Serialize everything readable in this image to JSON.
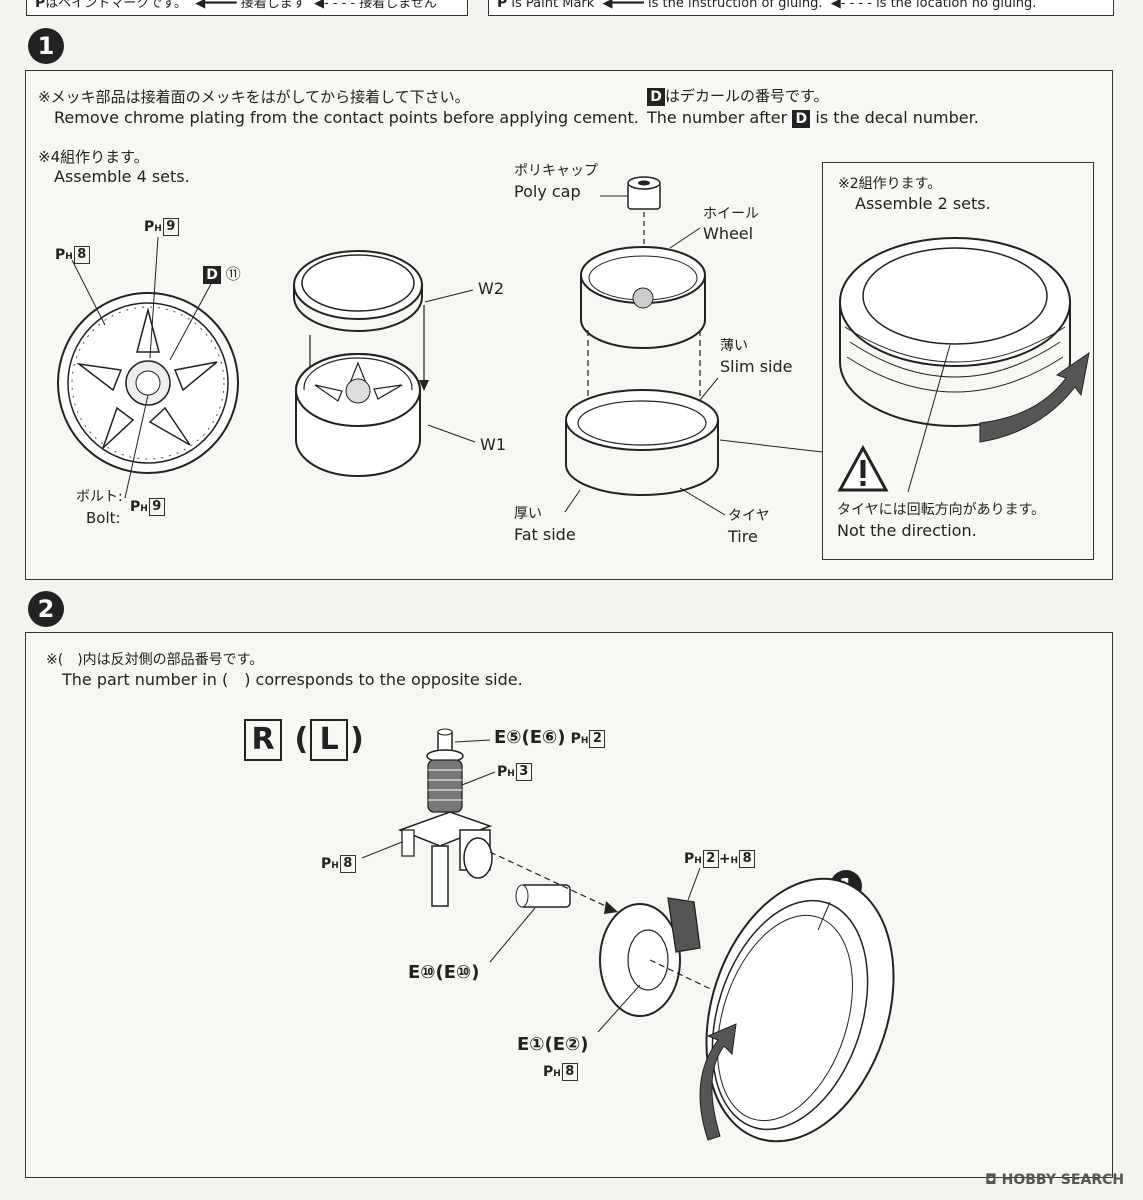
{
  "legend": {
    "left": {
      "p_note": "はペイントマークです。",
      "glue": "接着します",
      "no_glue": "接着しません"
    },
    "right": {
      "paint": "is Paint Mark",
      "glue": "is the instruction of gluing.",
      "no_glue": "is the location no gluing."
    }
  },
  "step1": {
    "number": "1",
    "chrome_note_jp": "※メッキ部品は接着面のメッキをはがしてから接着して下さい。",
    "chrome_note_en": "Remove chrome plating from the contact points before applying cement.",
    "decal_note_jp": "はデカールの番号です。",
    "decal_note_en_a": "The number after",
    "decal_note_en_b": "is the decal number.",
    "decal_letter": "D",
    "sets_jp": "※4組作ります。",
    "sets_en": "Assemble 4 sets.",
    "wheel_face": {
      "ph9_top": "9",
      "ph8": "8",
      "decal_num": "⑪",
      "bolt_jp": "ボルト:",
      "bolt_en": "Bolt:",
      "ph9_bolt": "9"
    },
    "parts": {
      "w2": "W2",
      "w1": "W1"
    },
    "polycap_jp": "ポリキャップ",
    "polycap_en": "Poly cap",
    "wheel_jp": "ホイール",
    "wheel_en": "Wheel",
    "slim_jp": "薄い",
    "slim_en": "Slim side",
    "fat_jp": "厚い",
    "fat_en": "Fat side",
    "tire_jp": "タイヤ",
    "tire_en": "Tire",
    "inset": {
      "sets_jp": "※2組作ります。",
      "sets_en": "Assemble 2 sets.",
      "dir_jp": "タイヤには回転方向があります。",
      "dir_en": "Not the direction."
    }
  },
  "step2": {
    "number": "2",
    "note_jp": "※(　)内は反対側の部品番号です。",
    "note_en": "The part number in (　) corresponds to the opposite side.",
    "r": "R",
    "l": "L",
    "e5": "E⑤(E⑥)",
    "e5_ph": "2",
    "ph3": "3",
    "ph8_left": "8",
    "caliper_ph_a": "2",
    "caliper_ph_b": "8",
    "e10": "E⑩(E⑩)",
    "e1": "E①(E②)",
    "e1_ph": "8",
    "ref_step": "1"
  },
  "watermark": "HOBBY SEARCH"
}
